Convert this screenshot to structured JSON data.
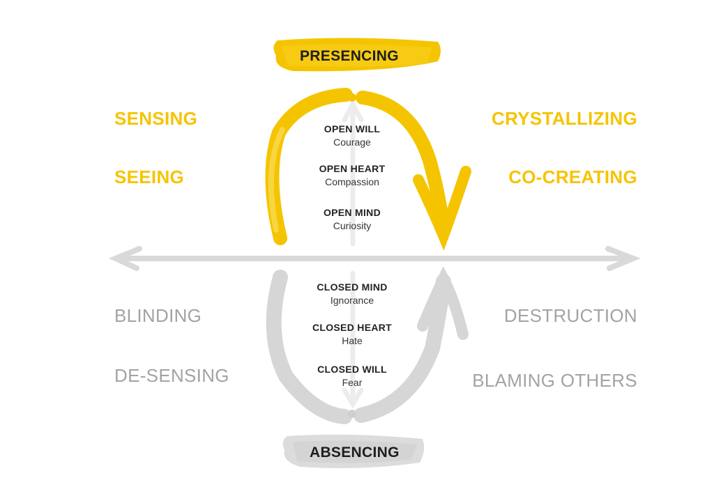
{
  "colors": {
    "presencing": "#f5c400",
    "absencing": "#d6d6d6",
    "axis": "#d9d9d9",
    "text_dark": "#222222",
    "grey_label": "#a3a3a3"
  },
  "top": {
    "title": "PRESENCING",
    "left_labels": [
      "SENSING",
      "SEEING"
    ],
    "right_labels": [
      "CRYSTALLIZING",
      "CO-CREATING"
    ],
    "states": [
      {
        "title": "OPEN WILL",
        "sub": "Courage"
      },
      {
        "title": "OPEN HEART",
        "sub": "Compassion"
      },
      {
        "title": "OPEN MIND",
        "sub": "Curiosity"
      }
    ]
  },
  "bottom": {
    "title": "ABSENCING",
    "left_labels": [
      "BLINDING",
      "DE-SENSING"
    ],
    "right_labels": [
      "DESTRUCTION",
      "BLAMING OTHERS"
    ],
    "states": [
      {
        "title": "CLOSED MIND",
        "sub": "Ignorance"
      },
      {
        "title": "CLOSED HEART",
        "sub": "Hate"
      },
      {
        "title": "CLOSED WILL",
        "sub": "Fear"
      }
    ]
  }
}
